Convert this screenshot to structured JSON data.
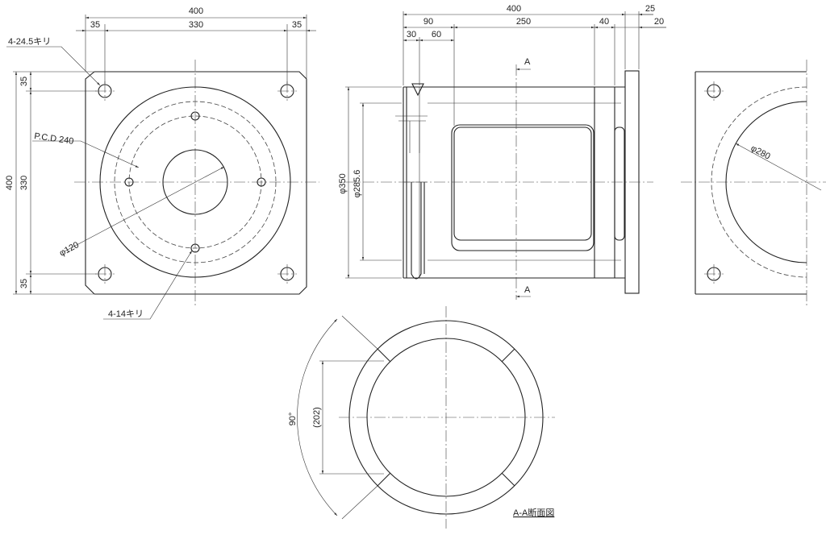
{
  "front_view": {
    "dims": {
      "overall_width": "400",
      "left_offset": "35",
      "hole_spacing": "330",
      "right_offset": "35",
      "overall_height": "400",
      "top_offset": "35",
      "vertical_spacing": "330",
      "bottom_offset": "35"
    },
    "notes": {
      "large_holes": "4-24.5キリ",
      "pcd": "P.C.D 240",
      "bore": "φ120",
      "small_holes": "4-14キリ"
    }
  },
  "side_view": {
    "dims": {
      "overall_length": "400",
      "flange_right": "25",
      "seg_90": "90",
      "seg_250": "250",
      "seg_40": "40",
      "seg_20": "20",
      "seg_30": "30",
      "seg_60": "60",
      "dia_350": "φ350",
      "dia_285": "φ285.6"
    },
    "section_marks": [
      "A",
      "A"
    ]
  },
  "right_view": {
    "dims": {
      "dia_280": "φ280"
    }
  },
  "section_view": {
    "dims": {
      "angle": "90°",
      "chord": "(202)"
    },
    "title": "A-A断面図"
  }
}
